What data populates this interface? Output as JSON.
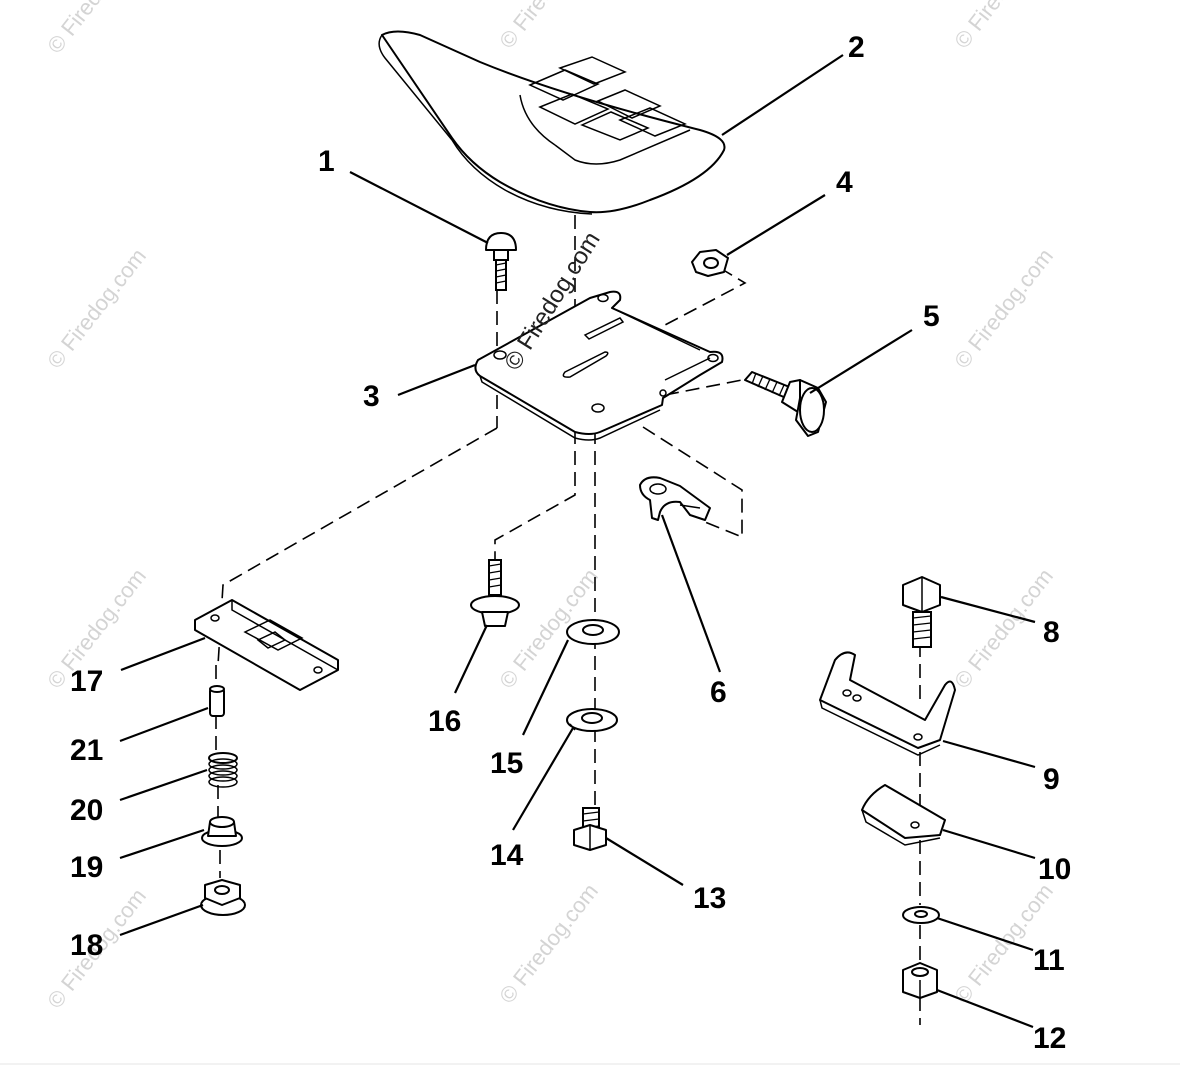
{
  "diagram": {
    "callouts": {
      "c1": "1",
      "c2": "2",
      "c3": "3",
      "c4": "4",
      "c5": "5",
      "c6": "6",
      "c7": "8",
      "c8": "9",
      "c9": "10",
      "c10": "11",
      "c11": "12",
      "c12": "13",
      "c13": "14",
      "c14": "15",
      "c15": "16",
      "c16": "17",
      "c17": "18",
      "c18": "19",
      "c19": "20",
      "c20": "21"
    },
    "watermark_text": "© Firedog.com"
  }
}
